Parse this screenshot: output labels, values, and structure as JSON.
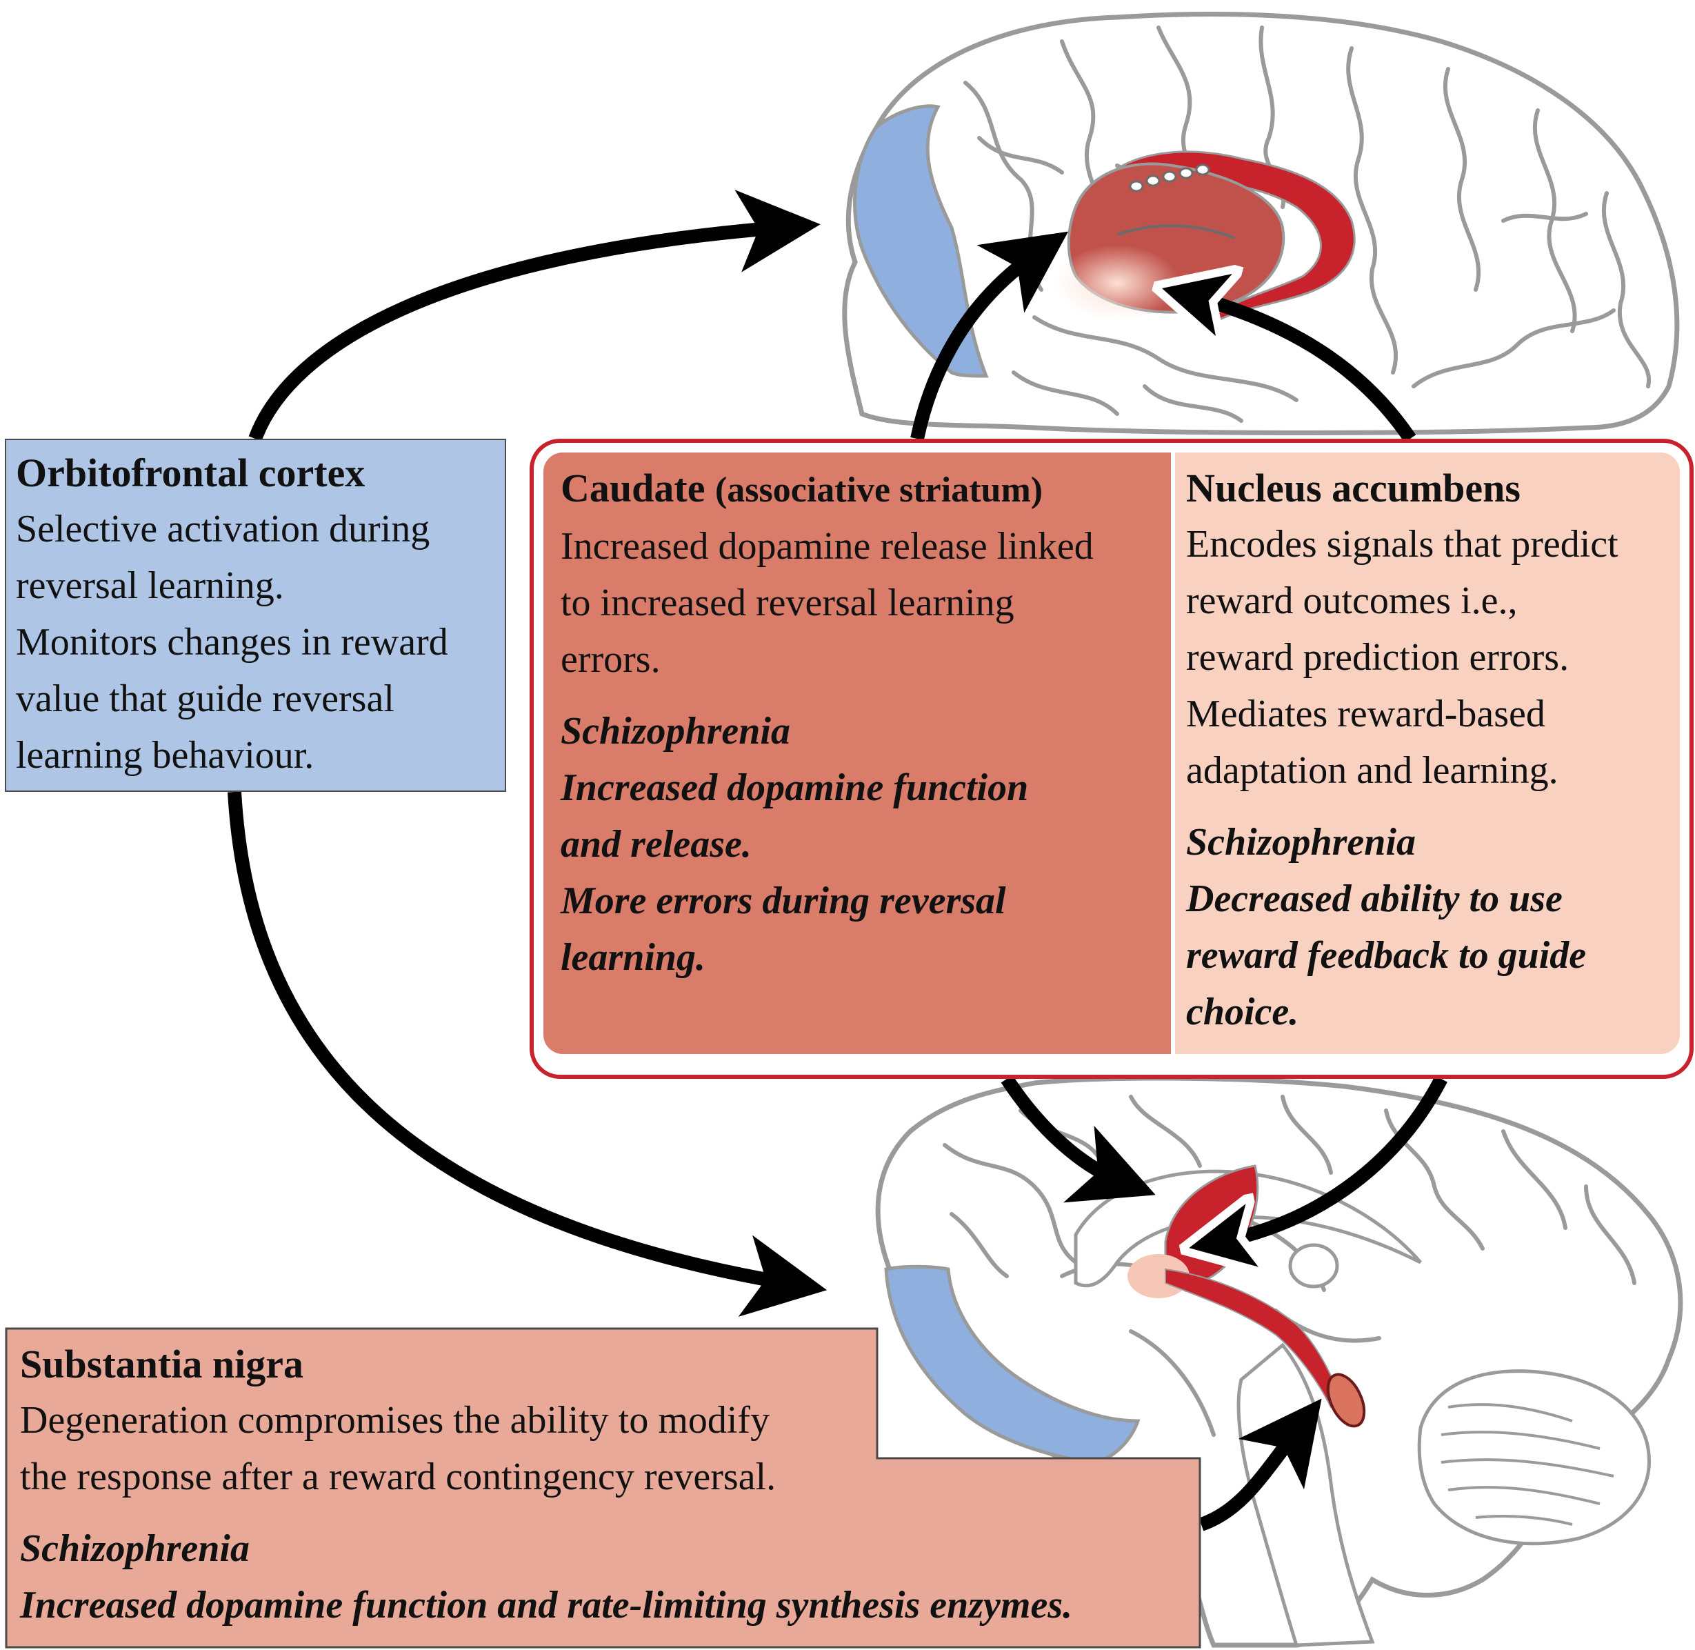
{
  "orbitofrontal": {
    "title": "Orbitofrontal cortex",
    "lines": [
      "Selective activation during",
      "reversal learning.",
      "Monitors changes in reward",
      "value that guide reversal",
      "learning behaviour."
    ]
  },
  "caudate": {
    "title": "Caudate",
    "subtitle": "(associative striatum)",
    "lines": [
      "Increased dopamine release linked",
      "to increased reversal learning",
      "errors."
    ],
    "schizo_heading": "Schizophrenia",
    "schizo_lines": [
      "Increased dopamine function",
      "and release.",
      "More errors during reversal",
      "learning."
    ]
  },
  "nucleus_accumbens": {
    "title": "Nucleus accumbens",
    "lines": [
      "Encodes signals that predict",
      "reward outcomes i.e.,",
      "reward prediction errors.",
      "Mediates reward-based",
      "adaptation and learning."
    ],
    "schizo_heading": "Schizophrenia",
    "schizo_lines": [
      "Decreased ability to use",
      "reward feedback to guide",
      "choice."
    ]
  },
  "substantia_nigra": {
    "title": "Substantia nigra",
    "lines": [
      "Degeneration compromises the ability to modify",
      "the response after a reward contingency reversal."
    ],
    "schizo_heading": "Schizophrenia",
    "schizo_lines": [
      "Increased dopamine function and rate-limiting synthesis enzymes."
    ]
  },
  "colors": {
    "orbitofrontal_box": "#aec5e5",
    "caudate_box": "#d97c6a",
    "accumbens_box": "#f9d1c1",
    "nigra_box": "#e8a998",
    "frame_red": "#c8232c",
    "brain_region_red": "#c8232c",
    "brain_region_blue": "#8fb0de",
    "brain_outline": "#9a9a9a",
    "arrows": "#000000"
  }
}
